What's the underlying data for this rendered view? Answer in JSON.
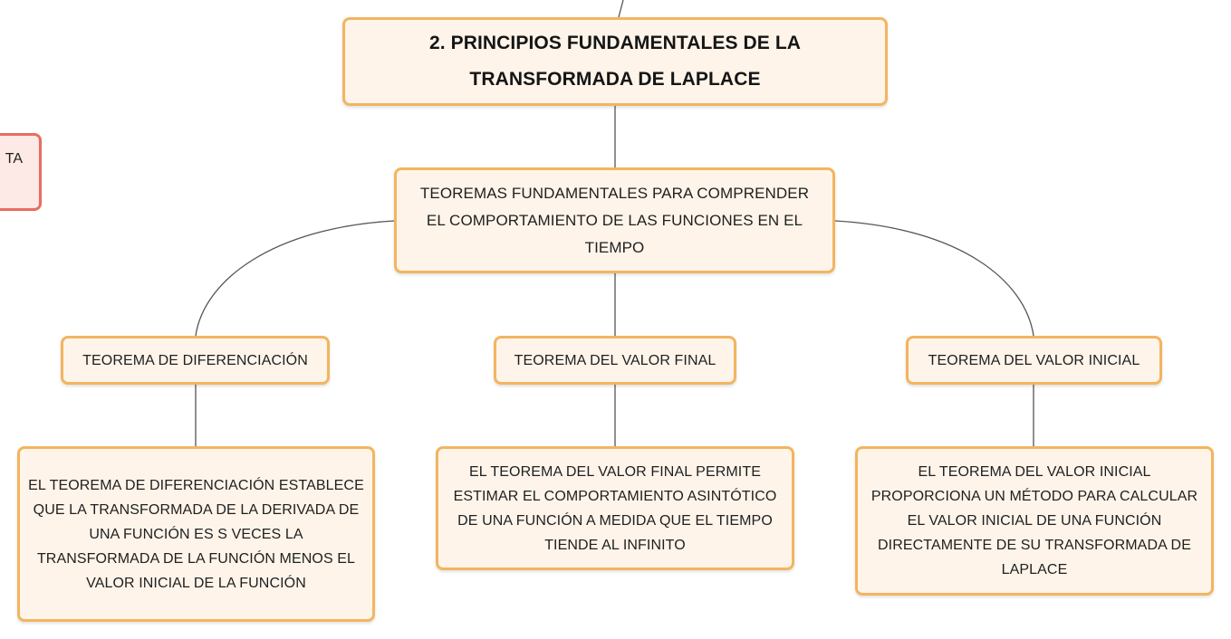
{
  "diagram": {
    "title": {
      "line1": "2. PRINCIPIOS FUNDAMENTALES DE LA",
      "line2": "TRANSFORMADA DE LAPLACE"
    },
    "subtopic": {
      "line1": "TEOREMAS FUNDAMENTALES PARA COMPRENDER",
      "line2": "EL COMPORTAMIENTO DE LAS FUNCIONES EN EL",
      "line3": "TIEMPO"
    },
    "theorems": [
      {
        "label": "TEOREMA DE DIFERENCIACIÓN",
        "description": {
          "line1": "EL TEOREMA DE DIFERENCIACIÓN ESTABLECE",
          "line2": "QUE LA TRANSFORMADA DE LA DERIVADA DE",
          "line3": "UNA FUNCIÓN ES S VECES LA",
          "line4": "TRANSFORMADA DE LA FUNCIÓN MENOS EL",
          "line5": "VALOR INICIAL DE LA FUNCIÓN"
        }
      },
      {
        "label": "TEOREMA DEL VALOR FINAL",
        "description": {
          "line1": "EL TEOREMA DEL VALOR FINAL PERMITE",
          "line2": "ESTIMAR EL COMPORTAMIENTO ASINTÓTICO",
          "line3": "DE UNA FUNCIÓN A MEDIDA QUE EL TIEMPO",
          "line4": "TIENDE AL INFINITO"
        }
      },
      {
        "label": "TEOREMA DEL VALOR INICIAL",
        "description": {
          "line1": "EL TEOREMA DEL VALOR INICIAL",
          "line2": "PROPORCIONA UN MÉTODO PARA CALCULAR",
          "line3": "EL VALOR INICIAL DE UNA FUNCIÓN",
          "line4": "DIRECTAMENTE DE SU TRANSFORMADA DE",
          "line5": "LAPLACE"
        }
      }
    ],
    "side_node_fragment": "TA"
  },
  "colors": {
    "node_fill": "#fef4ea",
    "node_border": "#f3b560",
    "side_node_fill": "#fde9e5",
    "side_node_border": "#e86d5f",
    "connector": "#555555"
  }
}
